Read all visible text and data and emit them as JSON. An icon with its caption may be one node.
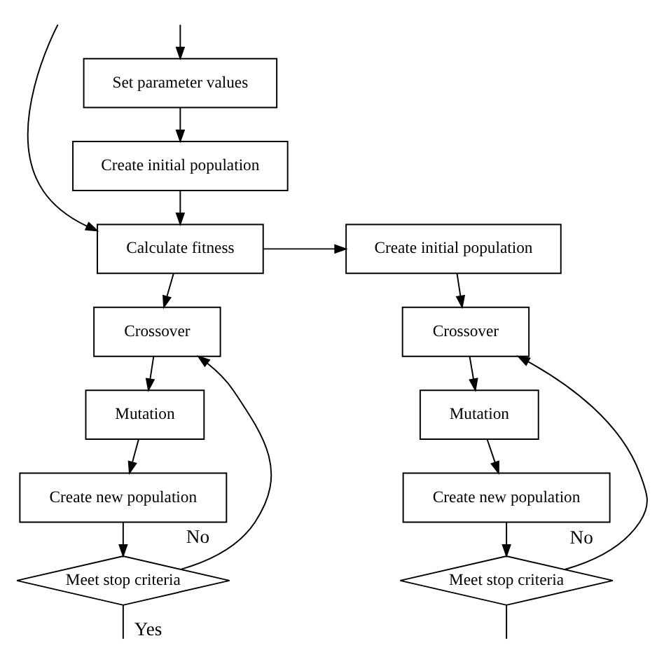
{
  "diagram": {
    "nodes": [
      {
        "text": [
          "Set parameter values"
        ]
      },
      {
        "text": [
          "Create initial population"
        ]
      },
      {
        "text": [
          "Calculate fitness"
        ]
      },
      {
        "text": [
          "Crossover"
        ]
      },
      {
        "text": [
          "Mutation"
        ]
      },
      {
        "text": [
          "Create new population"
        ]
      },
      {
        "text": [
          "Meet stop criteria"
        ]
      },
      {
        "text": [
          "Create initial population"
        ]
      },
      {
        "text": [
          "Crossover"
        ]
      },
      {
        "text": [
          "Mutation"
        ]
      },
      {
        "text": [
          "Create new population"
        ]
      },
      {
        "text": [
          "Meet stop criteria"
        ]
      }
    ],
    "edges": [
      {
        "from": null,
        "to": 0,
        "arrow": "to"
      },
      {
        "from": 0,
        "to": 1,
        "arrow": "to"
      },
      {
        "from": 1,
        "to": 2,
        "arrow": "to"
      },
      {
        "from": 2,
        "to": 7,
        "arrow": "to"
      },
      {
        "from": 2,
        "to": 3,
        "arrow": "to"
      },
      {
        "from": 3,
        "to": 4,
        "arrow": "to"
      },
      {
        "from": 4,
        "to": 5,
        "arrow": "to"
      },
      {
        "from": 5,
        "to": 6,
        "arrow": "to"
      },
      {
        "from": 6,
        "to": 3,
        "arrow": "to",
        "label": "No"
      },
      {
        "from": 6,
        "to": null,
        "arrow": "none",
        "label": "Yes"
      },
      {
        "from": null,
        "to": 2,
        "arrow": "to"
      },
      {
        "from": 7,
        "to": 8,
        "arrow": "to"
      },
      {
        "from": 8,
        "to": 9,
        "arrow": "to"
      },
      {
        "from": 9,
        "to": 10,
        "arrow": "to"
      },
      {
        "from": 10,
        "to": 11,
        "arrow": "to"
      },
      {
        "from": 11,
        "to": 8,
        "arrow": "to",
        "label": "No"
      },
      {
        "from": 11,
        "to": null,
        "arrow": "none"
      }
    ]
  }
}
